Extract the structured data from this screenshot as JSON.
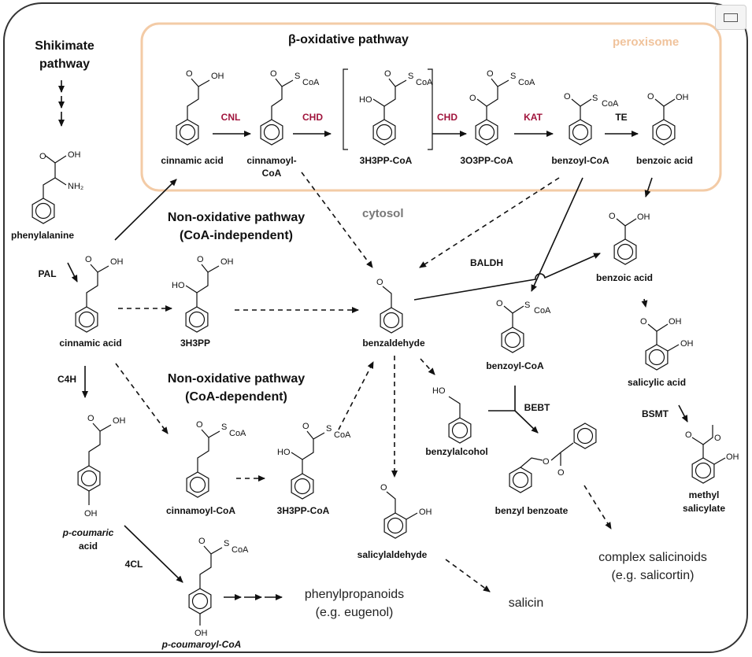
{
  "title_beta": "β-oxidative pathway",
  "compartments": {
    "peroxisome": "peroxisome",
    "cytosol": "cytosol"
  },
  "shikimate": [
    "Shikimate",
    "pathway"
  ],
  "nonox1": [
    "Non-oxidative pathway",
    "(CoA-independent)"
  ],
  "nonox2": [
    "Non-oxidative pathway",
    "(CoA-dependent)"
  ],
  "compounds": {
    "phenylalanine": "phenylalanine",
    "cinnamic_acid_top": "cinnamic acid",
    "cinnamoyl_coa_top": [
      "cinnamoyl-",
      "CoA"
    ],
    "h3pp_coa_top": "3H3PP-CoA",
    "o3pp_coa": "3O3PP-CoA",
    "benzoyl_coa_top": "benzoyl-CoA",
    "benzoic_acid_top": "benzoic acid",
    "cinnamic_acid": "cinnamic acid",
    "h3pp": "3H3PP",
    "benzaldehyde": "benzaldehyde",
    "benzoic_acid": "benzoic acid",
    "benzoyl_coa": "benzoyl-CoA",
    "salicylic_acid": "salicylic acid",
    "benzylalcohol": "benzylalcohol",
    "benzyl_benzoate": "benzyl benzoate",
    "methyl_salicylate": [
      "methyl",
      "salicylate"
    ],
    "p_coumaric_acid": [
      "p-coumaric",
      "acid"
    ],
    "cinnamoyl_coa": "cinnamoyl-CoA",
    "h3pp_coa": "3H3PP-CoA",
    "salicylaldehyde": "salicylaldehyde",
    "p_coumaroyl_coa": "p-coumaroyl-CoA"
  },
  "products": {
    "complex": [
      "complex salicinoids",
      "(e.g. salicortin)"
    ],
    "phenylpropanoids": [
      "phenylpropanoids",
      "(e.g. eugenol)"
    ],
    "salicin": "salicin"
  },
  "enzymes": {
    "CNL": "CNL",
    "CHD1": "CHD",
    "CHD2": "CHD",
    "KAT": "KAT",
    "TE": "TE",
    "PAL": "PAL",
    "C4H": "C4H",
    "4CL": "4CL",
    "BALDH": "BALDH",
    "BEBT": "BEBT",
    "BSMT": "BSMT"
  },
  "atoms": {
    "OH": "OH",
    "O": "O",
    "S": "S",
    "CoA": "CoA",
    "HO": "HO",
    "NH2": "NH₂"
  },
  "colors": {
    "peroxisome_border": "#f3cba6",
    "enzyme_red": "#a0143c",
    "frame": "#333333"
  },
  "icons": {
    "expand": "expand-icon"
  }
}
